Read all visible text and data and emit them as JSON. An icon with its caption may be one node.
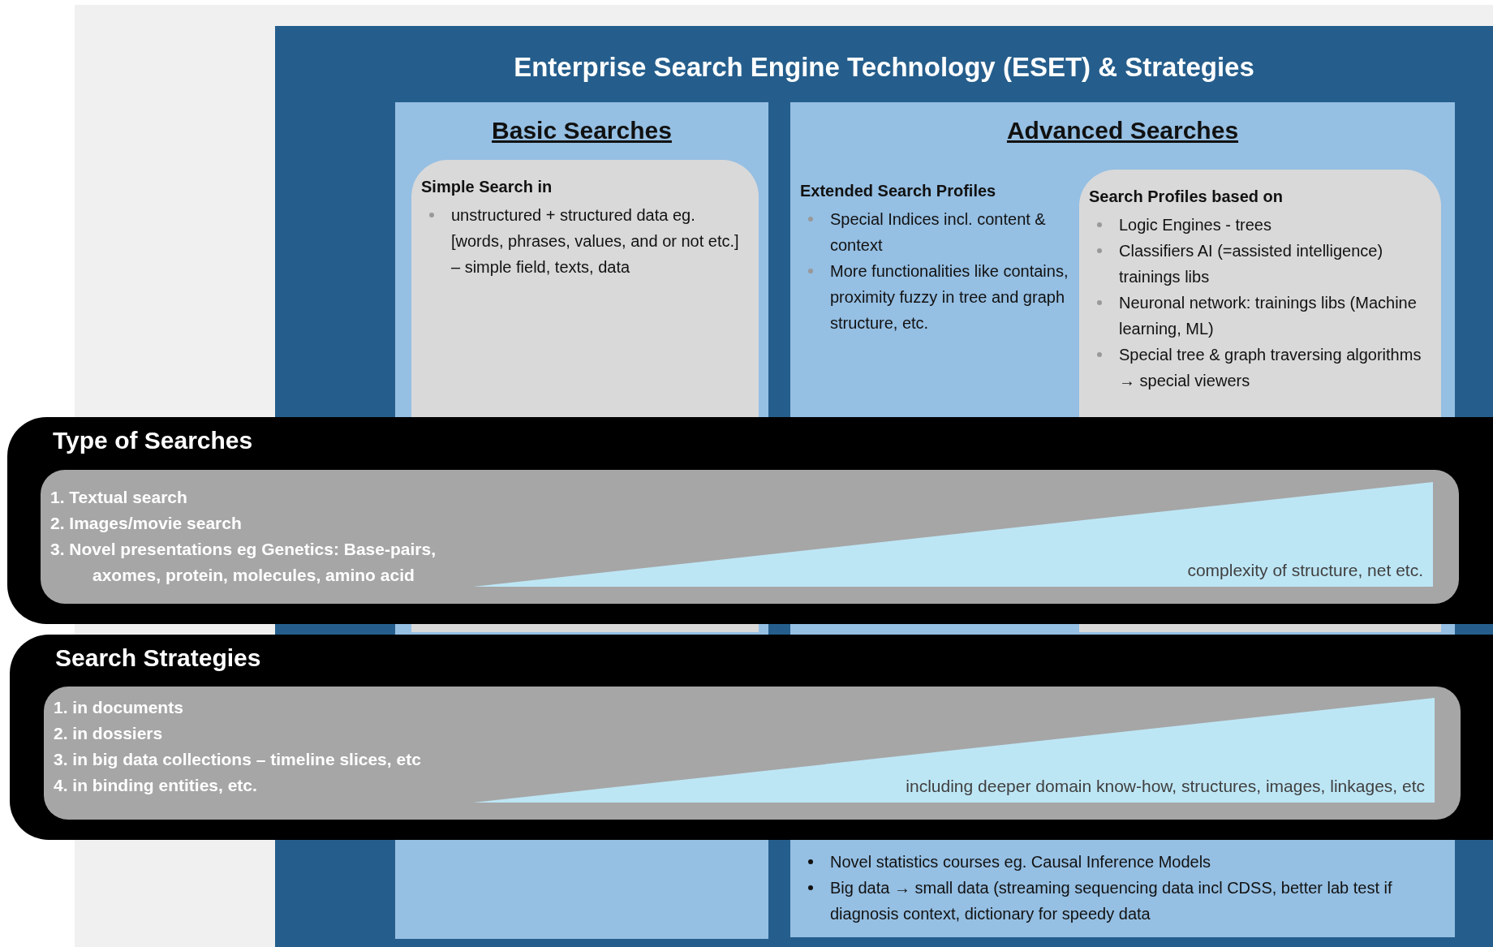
{
  "diagram": {
    "title": "Enterprise Search Engine Technology (ESET) & Strategies",
    "nodes": [
      {
        "text": [],
        "shape": "box"
      },
      {
        "text": [
          "Basic Searches"
        ],
        "in": 0
      },
      {
        "text": [
          "Simple Search in",
          "unstructured + structured data eg. [words, phrases, values, and or not etc.] – simple field, texts, data"
        ],
        "in": 1
      },
      {
        "text": [
          "Advanced Searches",
          "Extended Search Profiles",
          "Special Indices incl. content & context",
          "More functionalities like contains, proximity fuzzy in tree and graph structure, etc.",
          "Novel statistics courses eg. Causal Inference Models",
          "Big data → small data (streaming sequencing data incl CDSS, better lab test if diagnosis context, dictionary for speedy data"
        ],
        "in": 0
      },
      {
        "text": [
          "Search Profiles based on",
          "Logic Engines - trees",
          "Classifiers AI (=assisted intelligence) trainings libs",
          "Neuronal network: trainings libs (Machine learning, ML)",
          "Special tree & graph traversing algorithms → special viewers"
        ],
        "in": 3
      },
      {
        "text": [
          "Type of Searches"
        ]
      },
      {
        "text": [
          "1. Textual search",
          "2. Images/movie search",
          "3. Novel presentations eg Genetics: Base-pairs, axomes, protein, molecules, amino acid"
        ],
        "in": 5
      },
      {
        "text": [
          "complexity of structure, net etc."
        ],
        "in": 6
      },
      {
        "text": [
          "Search Strategies"
        ]
      },
      {
        "text": [
          "1. in documents",
          "2. in dossiers",
          "3. in big data collections – timeline slices, etc",
          "4. in binding entities, etc."
        ],
        "in": 8
      },
      {
        "text": [
          "including deeper domain know-how, structures, images, linkages, etc"
        ],
        "in": 9
      }
    ],
    "edges": []
  }
}
